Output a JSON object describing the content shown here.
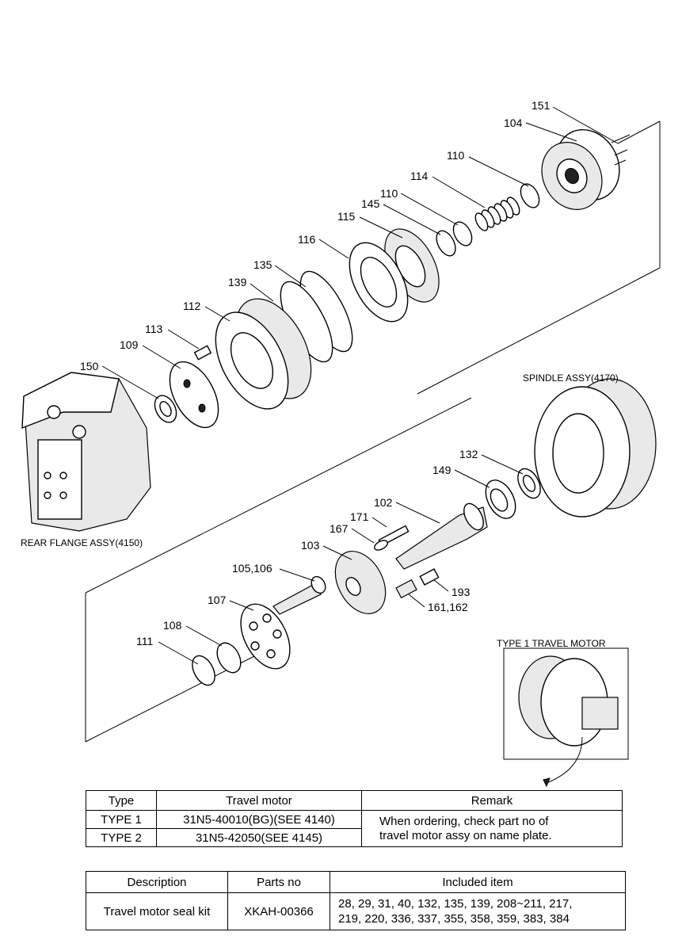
{
  "diagram": {
    "part_labels": {
      "p151": "151",
      "p104": "104",
      "p110a": "110",
      "p114": "114",
      "p110b": "110",
      "p145": "145",
      "p115": "115",
      "p116": "116",
      "p135": "135",
      "p139": "139",
      "p112": "112",
      "p113": "113",
      "p109": "109",
      "p150": "150",
      "p132": "132",
      "p149": "149",
      "p102": "102",
      "p171": "171",
      "p167": "167",
      "p103": "103",
      "p105_106": "105,106",
      "p107": "107",
      "p193": "193",
      "p161_162": "161,162",
      "p108": "108",
      "p111": "111"
    },
    "captions": {
      "spindle": "SPINDLE ASSY(4170)",
      "rear_flange": "REAR FLANGE ASSY(4150)",
      "type1": "TYPE 1 TRAVEL MOTOR"
    }
  },
  "motor_table": {
    "headers": [
      "Type",
      "Travel motor",
      "Remark"
    ],
    "rows": [
      {
        "type": "TYPE 1",
        "motor": "31N5-40010(BG)(SEE 4140)"
      },
      {
        "type": "TYPE 2",
        "motor": "31N5-42050(SEE 4145)"
      }
    ],
    "remark_line1": "When ordering, check part no of",
    "remark_line2": "travel motor assy on name plate."
  },
  "kit_table": {
    "headers": [
      "Description",
      "Parts no",
      "Included item"
    ],
    "row": {
      "description": "Travel motor seal kit",
      "parts_no": "XKAH-00366",
      "items_line1": "28, 29, 31, 40, 132, 135, 139, 208~211, 217,",
      "items_line2": "219, 220, 336, 337, 355, 358, 359, 383, 384"
    }
  }
}
